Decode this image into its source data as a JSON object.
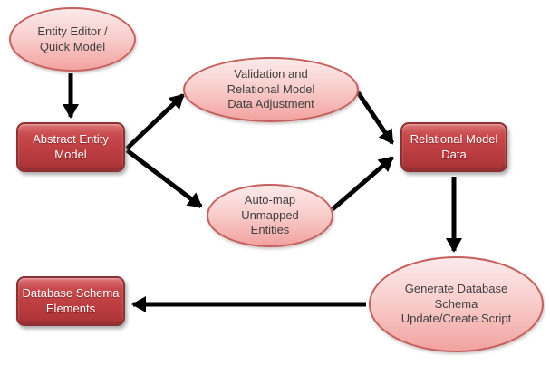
{
  "diagram": {
    "nodes": {
      "entity_editor": {
        "label": "Entity Editor /\nQuick Model",
        "shape": "ellipse"
      },
      "abstract_entity_model": {
        "label": "Abstract Entity\nModel",
        "shape": "rounded-rectangle"
      },
      "validation_adjustment": {
        "label": "Validation and\nRelational Model\nData Adjustment",
        "shape": "ellipse"
      },
      "auto_map": {
        "label": "Auto-map\nUnmapped\nEntities",
        "shape": "ellipse"
      },
      "relational_model_data": {
        "label": "Relational Model\nData",
        "shape": "rounded-rectangle"
      },
      "generate_script": {
        "label": "Generate Database\nSchema\nUpdate/Create Script",
        "shape": "ellipse"
      },
      "database_schema_elements": {
        "label": "Database Schema\nElements",
        "shape": "rounded-rectangle"
      }
    },
    "edges": [
      {
        "from": "entity_editor",
        "to": "abstract_entity_model"
      },
      {
        "from": "abstract_entity_model",
        "to": "validation_adjustment"
      },
      {
        "from": "abstract_entity_model",
        "to": "auto_map"
      },
      {
        "from": "validation_adjustment",
        "to": "relational_model_data"
      },
      {
        "from": "auto_map",
        "to": "relational_model_data"
      },
      {
        "from": "relational_model_data",
        "to": "generate_script"
      },
      {
        "from": "generate_script",
        "to": "database_schema_elements"
      }
    ],
    "colors": {
      "background": "#FFFFFF",
      "ellipse_fill_top": "#FCEAEA",
      "ellipse_fill_bottom": "#F2A3A1",
      "ellipse_border": "#C4605E",
      "ellipse_text": "#3F3F3F",
      "rect_fill_top": "#DC7476",
      "rect_fill_bottom": "#A93336",
      "rect_border": "#8E2F31",
      "rect_text": "#FFFFFF",
      "arrow": "#000000"
    }
  }
}
